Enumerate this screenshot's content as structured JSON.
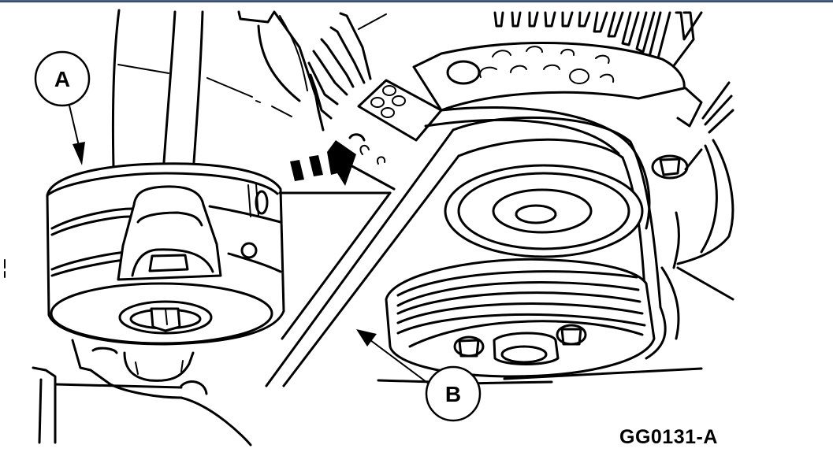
{
  "figure": {
    "id_label": "GG0131-A",
    "subject": "Drive belt tensioner and accessory drive belt illustration",
    "callouts": [
      {
        "letter": "A",
        "target": "belt tensioner"
      },
      {
        "letter": "B",
        "target": "drive belt"
      }
    ],
    "direction_arrow": "dashed-arrow-icon",
    "colors": {
      "line": "#000000",
      "background": "#ffffff",
      "top_border": "#4a6382"
    }
  }
}
